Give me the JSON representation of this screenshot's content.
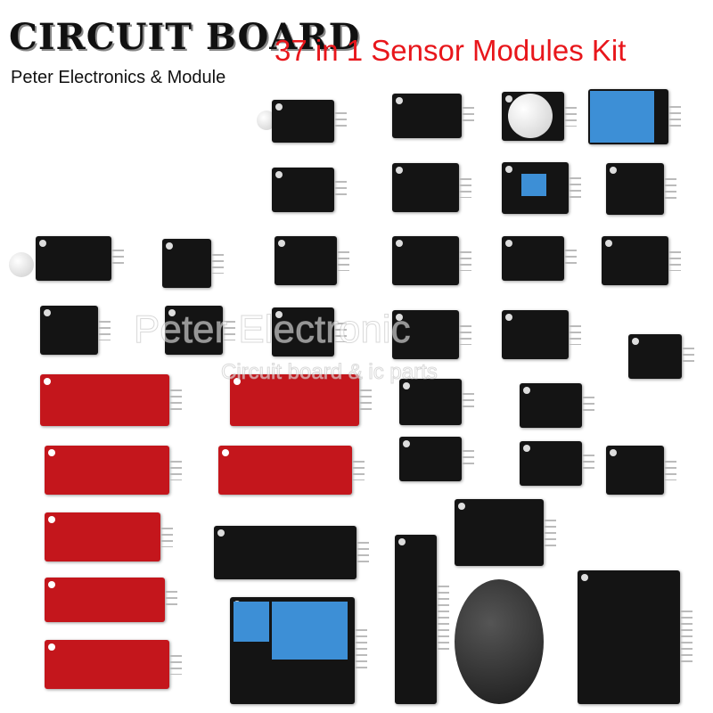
{
  "header": {
    "title": "CIRCUIT BOARD",
    "subtitle": "37 in 1 Sensor Modules Kit",
    "brand": "Peter Electronics & Module"
  },
  "watermark": {
    "line1": "Peter Electronic",
    "line2": "Circuit board & ic parts"
  },
  "colors": {
    "subtitle": "#e8161b",
    "board_black": "#141414",
    "board_red": "#c4161c"
  },
  "product": {
    "module_count": 37
  }
}
